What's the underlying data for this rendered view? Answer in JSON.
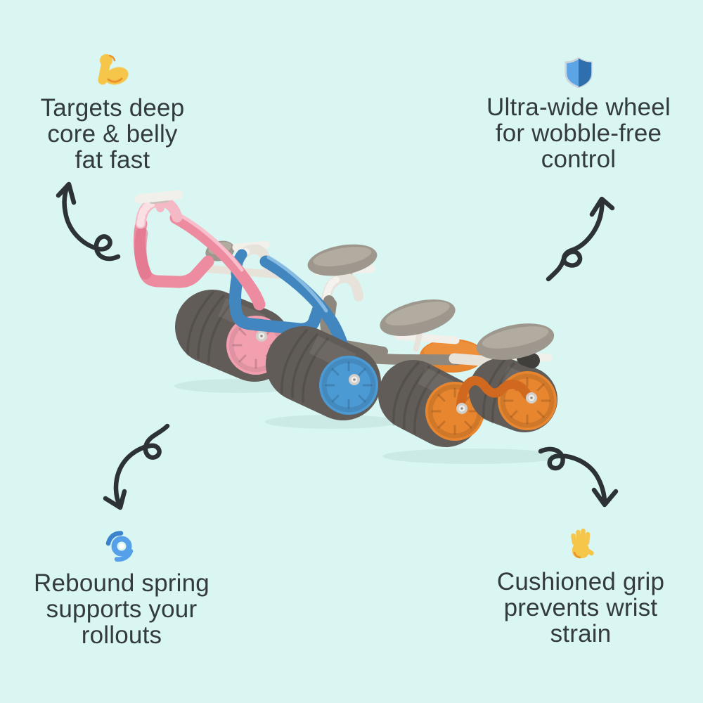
{
  "colors": {
    "background": "#d9f6f2",
    "ink": "#333a40",
    "arrow": "#2c3236",
    "pink": "#ed8ba0",
    "pink_light": "#f4b9c5",
    "pink_dark": "#dd7089",
    "pink_disc": "#f2a0b0",
    "blue": "#4186bf",
    "blue_disc": "#4c9ad4",
    "orange": "#e8862f",
    "orange_dark": "#d0691f",
    "tread": "#615c57",
    "ivory": "#e7e3da",
    "plate": "#f2f0ea",
    "pad": "#9e978d",
    "pad_light": "#b7b0a4",
    "gray_tube": "#8d877e",
    "cap": "#413f3c",
    "shield_left": "#5ba4e6",
    "shield_right": "#2f6fae",
    "shield_border": "#ccd5dd",
    "emoji_yellow": "#f6c64a",
    "emoji_orange": "#e8912d",
    "cyclone_blue": "#55a0e8",
    "cyclone_dark": "#3c83cf"
  },
  "callouts": [
    {
      "position": "top-left",
      "icon": "muscle-icon",
      "lines": [
        "Targets deep",
        "core & belly",
        "fat fast"
      ]
    },
    {
      "position": "top-right",
      "icon": "shield-icon",
      "lines": [
        "Ultra-wide wheel",
        "for wobble-free",
        "control"
      ]
    },
    {
      "position": "bottom-left",
      "icon": "cyclone-icon",
      "lines": [
        "Rebound spring",
        "supports your",
        "rollouts"
      ]
    },
    {
      "position": "bottom-right",
      "icon": "hand-icon",
      "lines": [
        "Cushioned grip",
        "prevents wrist",
        "strain"
      ]
    }
  ],
  "product": {
    "variant_colors": [
      "pink",
      "blue",
      "orange"
    ]
  }
}
